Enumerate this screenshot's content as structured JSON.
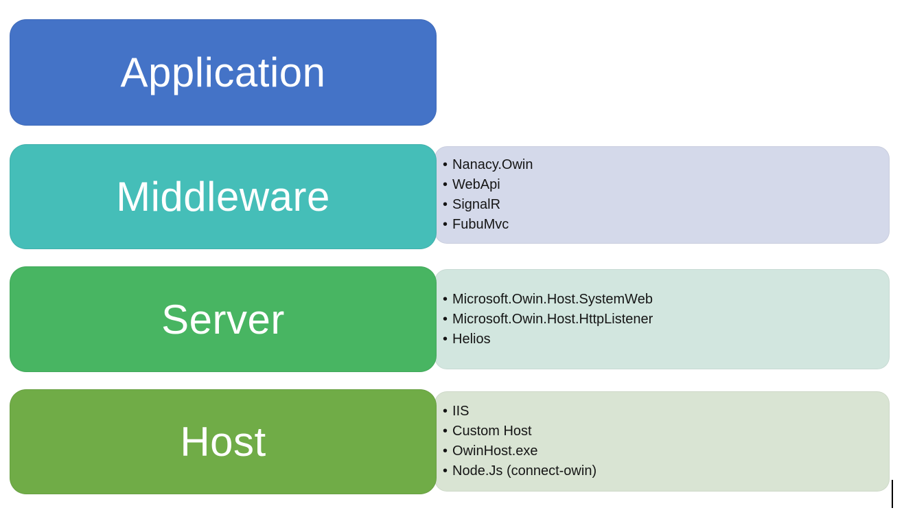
{
  "diagram": {
    "bullet_char": "•",
    "layers": [
      {
        "label": "Application",
        "box_color": "#4473C7",
        "items": []
      },
      {
        "label": "Middleware",
        "box_color": "#45BEB8",
        "list_bg": "#D4D9EA",
        "items": [
          "Nanacy.Owin",
          "WebApi",
          "SignalR",
          "FubuMvc"
        ]
      },
      {
        "label": "Server",
        "box_color": "#48B562",
        "list_bg": "#D2E6DF",
        "items": [
          "Microsoft.Owin.Host.SystemWeb",
          "Microsoft.Owin.Host.HttpListener",
          "Helios"
        ]
      },
      {
        "label": "Host",
        "box_color": "#70AC47",
        "list_bg": "#D9E4D3",
        "items": [
          "IIS",
          "Custom Host",
          "OwinHost.exe",
          "Node.Js (connect-owin)"
        ]
      }
    ]
  }
}
